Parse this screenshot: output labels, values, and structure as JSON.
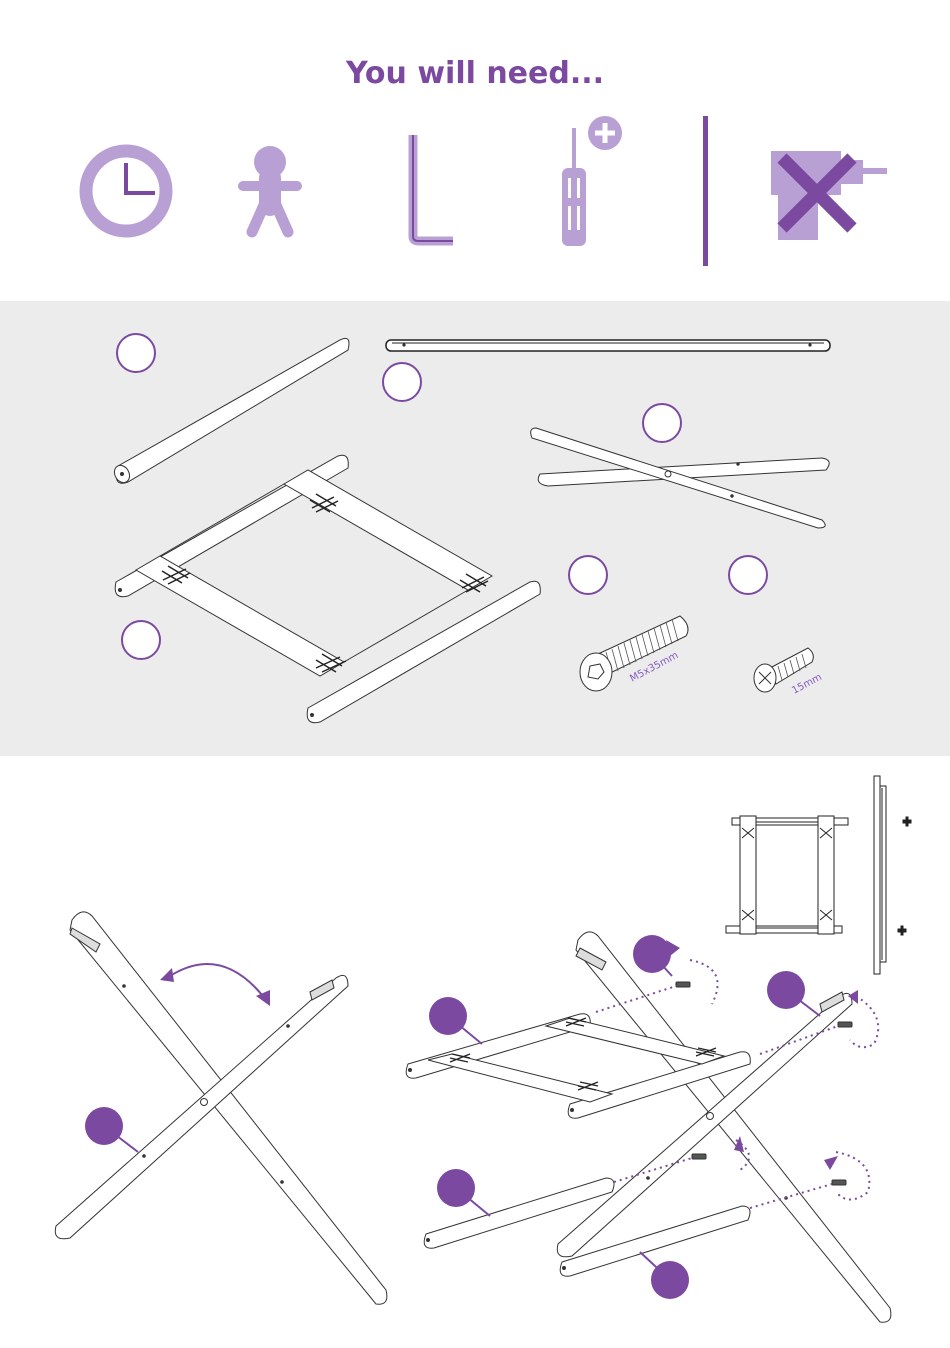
{
  "header": {
    "title": "You will need..."
  },
  "tools": {
    "items": [
      {
        "icon": "clock-icon"
      },
      {
        "icon": "person-icon"
      },
      {
        "icon": "allen-key-icon"
      },
      {
        "icon": "phillips-screwdriver-plus-icon"
      },
      {
        "icon": "no-power-drill-icon"
      }
    ],
    "accent_color": "#b9a0d4",
    "divider_color": "#7b4aa0",
    "cross_color": "#7b4aa0"
  },
  "parts": {
    "screws": [
      {
        "label": "M5x35mm"
      },
      {
        "label": "15mm"
      }
    ],
    "background_color": "#ececec"
  },
  "assembly": {
    "callout_color": "#7b4aa0"
  }
}
